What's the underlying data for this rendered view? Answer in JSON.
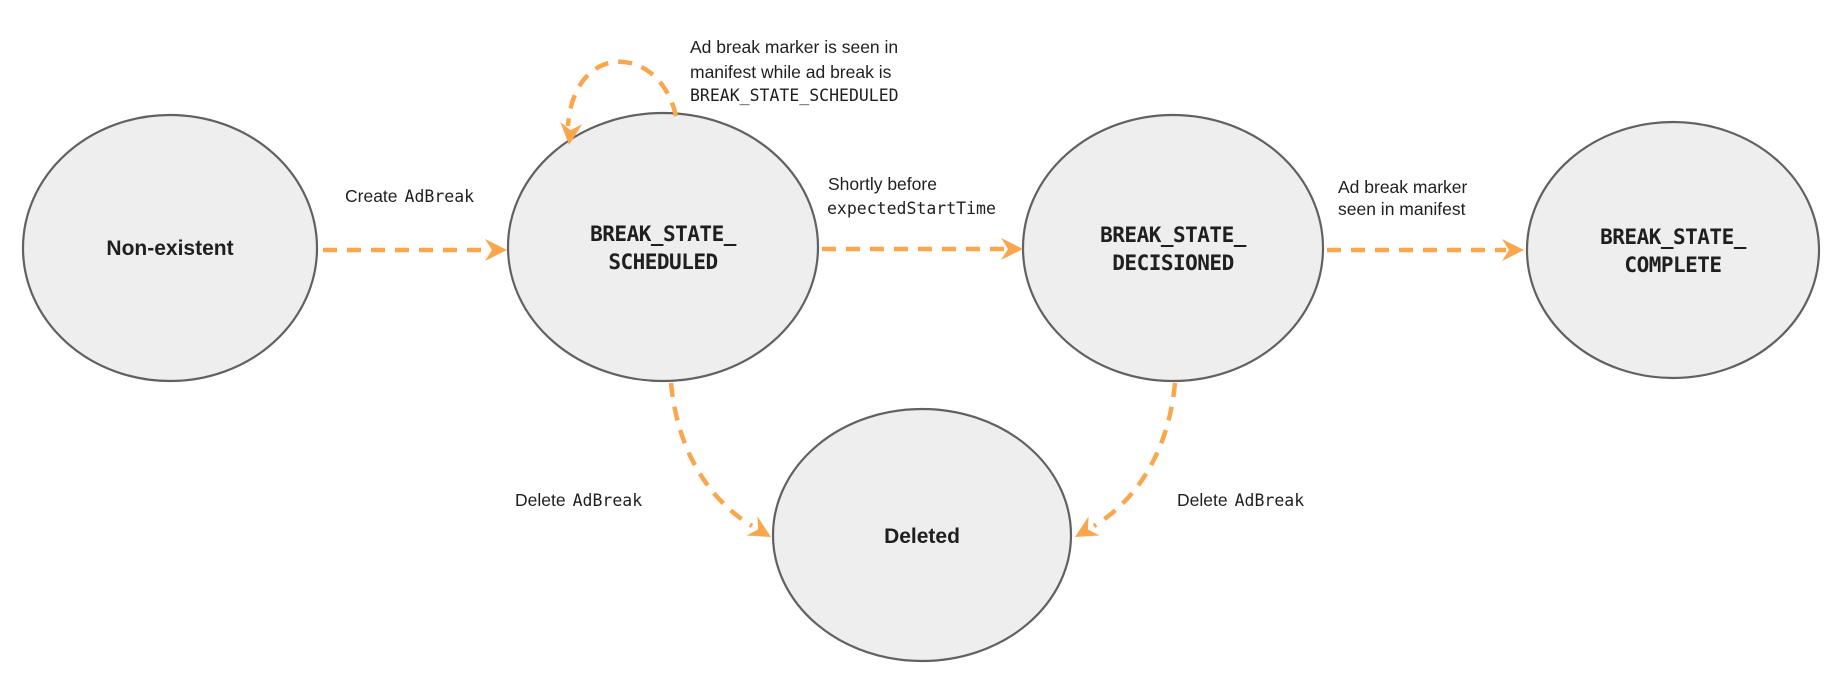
{
  "colors": {
    "arrow": "#F9A64D",
    "node_fill": "#EEEEEE",
    "node_stroke": "#616161",
    "text_color": "#1F1F1F"
  },
  "states": {
    "non_existent": {
      "label": "Non-existent"
    },
    "scheduled": {
      "lines": [
        "BREAK_STATE_",
        "SCHEDULED"
      ]
    },
    "decisioned": {
      "lines": [
        "BREAK_STATE_",
        "DECISIONED"
      ]
    },
    "complete": {
      "lines": [
        "BREAK_STATE_",
        "COMPLETE"
      ]
    },
    "deleted": {
      "label": "Deleted"
    }
  },
  "edges": {
    "create": {
      "plain": "Create",
      "code": "AdBreak"
    },
    "schedule_loop": {
      "line1": "Ad break marker is seen in",
      "line2": "manifest while ad break is",
      "code_line": "BREAK_STATE_SCHEDULED"
    },
    "to_decisioned": {
      "plain": "Shortly before",
      "code": "expectedStartTime"
    },
    "to_complete": {
      "line1": "Ad break marker",
      "line2": "seen in manifest"
    },
    "delete_from_scheduled": {
      "plain": "Delete",
      "code": "AdBreak"
    },
    "delete_from_decisioned": {
      "plain": "Delete",
      "code": "AdBreak"
    }
  }
}
